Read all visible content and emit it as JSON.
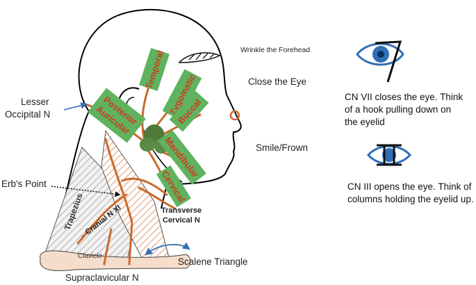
{
  "labels": {
    "wrinkle": "Wrinkle the Forehead",
    "close_eye": "Close the Eye",
    "smile": "Smile/Frown",
    "lesser_occipital_1": "Lesser",
    "lesser_occipital_2": "Occipital N",
    "erbs_point": "Erb's Point",
    "scalene_triangle": "Scalene Triangle",
    "supraclavicular": "Supraclavicular N",
    "clavicle": "Clavicle",
    "trapezius": "Trapezius",
    "cranial_n_xi": "Cranial N XI",
    "transverse_cervical_1": "Transverse",
    "transverse_cervical_2": "Cervical N"
  },
  "branches": {
    "temporal": "Temporal",
    "zygomatic": "Zygomatic",
    "buccal": "Buccal",
    "mandibular": "Mandibular",
    "cervical": "Cervical",
    "posterior": "Posterior",
    "auricular": "Auricular"
  },
  "captions": {
    "cn7": [
      "CN VII closes the eye. Think",
      "of a hook pulling down on",
      "the eyelid"
    ],
    "cn3": [
      "CN III opens the eye. Think of",
      "columns holding the eyelid up."
    ]
  },
  "colors": {
    "nerve": "#c9692a",
    "box_green": "#5fb35f",
    "branch_text": "#d23a1e",
    "eye_blue": "#2f6fb6",
    "clavicle_fill": "#f6dccb"
  }
}
